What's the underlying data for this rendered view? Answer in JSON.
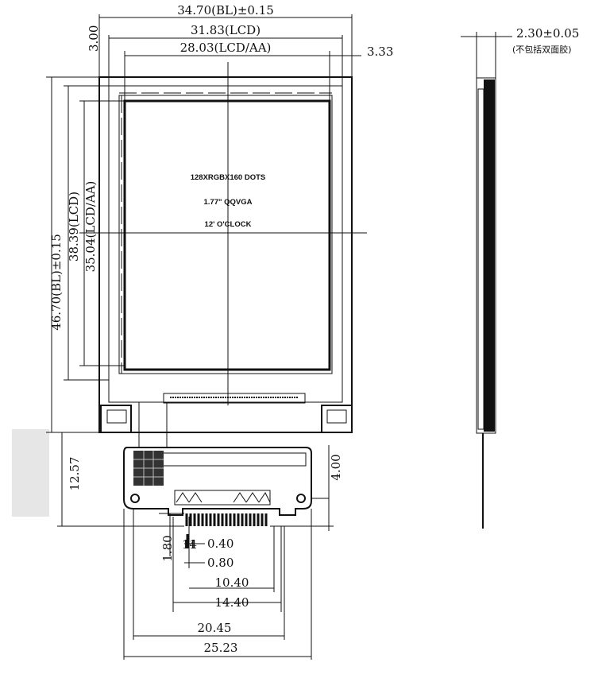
{
  "top_dims": {
    "bl_width": "34.70(BL)±0.15",
    "lcd_width": "31.83(LCD)",
    "aa_width": "28.03(LCD/AA)",
    "right_offset": "3.33",
    "top_offset": "3.00"
  },
  "left_dims": {
    "bl_height": "46.70(BL)±0.15",
    "lcd_height": "38.39(LCD)",
    "aa_height": "35.04(LCD/AA)",
    "fpc_height": "12.57"
  },
  "screen_text": {
    "line1": "128XRGBX160 DOTS",
    "line2": "1.77\" QQVGA",
    "line3": "12' O'CLOCK"
  },
  "side_view": {
    "thickness": "2.30±0.05",
    "note": "(不包括双面胶)"
  },
  "fpc_dims": {
    "right_offset": "4.00",
    "pin_height": "1.80",
    "pin_width": "0.40",
    "pin_pitch": "0.80",
    "span_a": "10.40",
    "span_b": "14.40",
    "span_c": "20.45",
    "span_d": "25.23"
  },
  "fpc_marks": {
    "pin1": "1",
    "pin14": "14"
  }
}
